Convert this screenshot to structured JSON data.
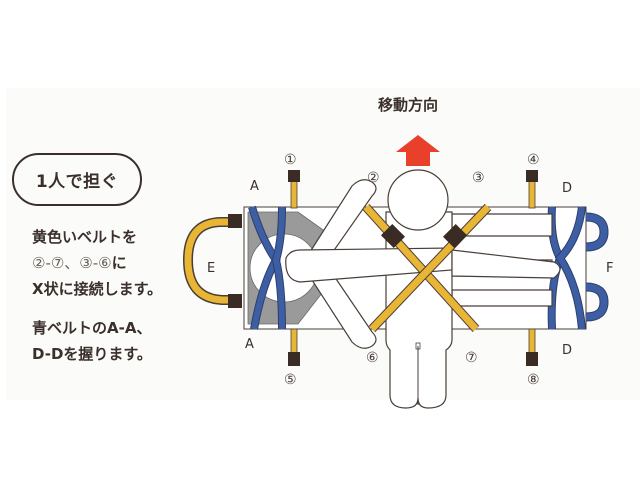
{
  "title": "1人で担ぐ",
  "direction": {
    "label": "移動方向",
    "arrow_color": "#e8402a"
  },
  "instructions": {
    "line1": "黄色いベルトを",
    "line2_nums": "②-⑦、③-⑥",
    "line2_suffix": "に",
    "line3": "X状に接続します。",
    "line4": "青ベルトのA-A、",
    "line5": "D-Dを握ります。"
  },
  "diagram": {
    "letters": {
      "a_top": "A",
      "a_bottom": "A",
      "d_top": "D",
      "d_bottom": "D",
      "e": "E",
      "f": "F"
    },
    "numbers": {
      "n1": "①",
      "n2": "②",
      "n3": "③",
      "n4": "④",
      "n5": "⑤",
      "n6": "⑥",
      "n7": "⑦",
      "n8": "⑧"
    },
    "colors": {
      "yellow_belt": "#e8b534",
      "blue_belt": "#3d5ea3",
      "gray_pad": "#9a9a9a",
      "buckle": "#3a2c24",
      "outline": "#4a3f38"
    }
  }
}
